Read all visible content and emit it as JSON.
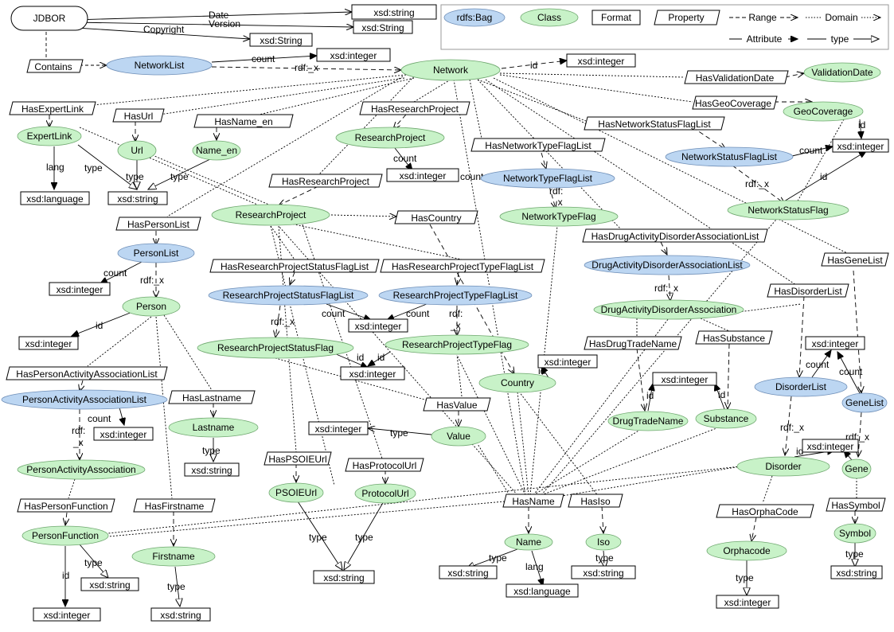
{
  "nodes": {
    "jdbor": "JDBOR",
    "contains": "Contains",
    "network_list": "NetworkList",
    "network": "Network",
    "xsd_string_1": "xsd:string",
    "xsd_String_2": "xsd:String",
    "xsd_String_3": "xsd:String",
    "xsd_integer_nl": "xsd:integer",
    "xsd_integer_net": "xsd:integer",
    "has_validation_date": "HasValidationDate",
    "validation_date": "ValidationDate",
    "has_geo_coverage": "HasGeoCoverage",
    "geo_coverage": "GeoCoverage",
    "xsd_integer_geo": "xsd:integer",
    "has_expert_link": "HasExpertLink",
    "expert_link": "ExpertLink",
    "xsd_language_1": "xsd:language",
    "has_url": "HasUrl",
    "url": "Url",
    "has_name_en": "HasName_en",
    "name_en": "Name_en",
    "xsd_string_url": "xsd:string",
    "has_research_project_1": "HasResearchProject",
    "research_project_list": "ResearchProject",
    "xsd_integer_rp": "xsd:integer",
    "has_network_status_flag_list": "HasNetworkStatusFlagList",
    "network_status_flag_list": "NetworkStatusFlagList",
    "has_network_type_flag_list": "HasNetworkTypeFlagList",
    "network_type_flag_list": "NetworkTypeFlagList",
    "has_research_project_2": "HasResearchProject",
    "research_project": "ResearchProject",
    "has_country": "HasCountry",
    "network_type_flag": "NetworkTypeFlag",
    "network_status_flag": "NetworkStatusFlag",
    "has_person_list": "HasPersonList",
    "person_list": "PersonList",
    "xsd_integer_pl": "xsd:integer",
    "person": "Person",
    "xsd_integer_person": "xsd:integer",
    "has_rp_status_flag_list": "HasResearchProjectStatusFlagList",
    "rp_status_flag_list": "ResearchProjectStatusFlagList",
    "has_rp_type_flag_list": "HasResearchProjectTypeFlagList",
    "rp_type_flag_list": "ResearchProjectTypeFlagList",
    "xsd_integer_rpl": "xsd:integer",
    "has_drug_activity_list": "HasDrugActivityDisorderAssociationList",
    "drug_activity_list": "DrugActivityDisorderAssociationList",
    "has_gene_list": "HasGeneList",
    "drug_activity_assoc": "DrugActivityDisorderAssociation",
    "has_disorder_list": "HasDisorderList",
    "rp_status_flag": "ResearchProjectStatusFlag",
    "rp_type_flag": "ResearchProjectTypeFlag",
    "xsd_integer_flags": "xsd:integer",
    "has_drug_trade_name": "HasDrugTradeName",
    "has_substance": "HasSubstance",
    "xsd_integer_dl": "xsd:integer",
    "has_person_activity_list": "HasPersonActivityAssociationList",
    "person_activity_list": "PersonActivityAssociationList",
    "xsd_integer_pal": "xsd:integer",
    "has_lastname": "HasLastname",
    "lastname": "Lastname",
    "xsd_string_ln": "xsd:string",
    "country": "Country",
    "xsd_integer_country": "xsd:integer",
    "xsd_integer_ds": "xsd:integer",
    "has_value": "HasValue",
    "disorder_list": "DisorderList",
    "gene_list": "GeneList",
    "drug_trade_name": "DrugTradeName",
    "substance": "Substance",
    "xsd_integer_value": "xsd:integer",
    "value": "Value",
    "xsd_integer_disorder": "xsd:integer",
    "person_activity_assoc": "PersonActivityAssociation",
    "has_psoie_url": "HasPSOIEUrl",
    "has_protocol_url": "HasProtocolUrl",
    "disorder": "Disorder",
    "gene": "Gene",
    "psoie_url": "PSOIEUrl",
    "protocol_url": "ProtocolUrl",
    "has_person_function": "HasPersonFunction",
    "has_firstname": "HasFirstname",
    "has_name": "HasName",
    "has_iso": "HasIso",
    "has_orpha_code": "HasOrphaCode",
    "has_symbol": "HasSymbol",
    "person_function": "PersonFunction",
    "firstname": "Firstname",
    "name": "Name",
    "iso": "Iso",
    "orphacode": "Orphacode",
    "symbol": "Symbol",
    "xsd_string_pf": "xsd:string",
    "xsd_string_purl": "xsd:string",
    "xsd_string_name": "xsd:string",
    "xsd_string_iso": "xsd:string",
    "xsd_string_symbol": "xsd:string",
    "xsd_language_2": "xsd:language",
    "xsd_integer_pf": "xsd:integer",
    "xsd_string_fn": "xsd:string",
    "xsd_integer_orpha": "xsd:integer"
  },
  "edge_labels": {
    "date": "Date",
    "version": "Version",
    "copyright": "Copyright",
    "count_nl": "count",
    "rdf_x_nl": "rdf:_x",
    "id_net": "id",
    "lang_el": "lang",
    "type_el": "type",
    "type_url": "type",
    "type_name_en": "type",
    "count_rp": "count",
    "count_rp2": "count",
    "id_geo": "id",
    "count_geo": "count",
    "id_nsf": "id",
    "rdf_x_nsf": "rdf:_x",
    "rdf_x_ntf": "rdf:\n_x",
    "count_pl": "count",
    "rdf_x_pl": "rdf:_x",
    "id_person": "id",
    "rdf_x_rpsf": "rdf:_x",
    "count_rpsfl": "count",
    "count_rptfl": "count",
    "rdf_x_rptf": "rdf:\n_x",
    "rdf_x_dada": "rdf:_x",
    "id_flags_1": "id",
    "id_flags_2": "id",
    "id_country": "id",
    "id_dtn": "id",
    "id_sub": "id",
    "count_dl": "count",
    "count_gl": "count",
    "count_pal": "count",
    "rdf_x_pal": "rdf:\n_x",
    "type_ln": "type",
    "type_value": "type",
    "rdf_x_dl": "rdf:_x",
    "rdf_x_gl": "rdf:_x",
    "id_disorder": "id",
    "type_pf": "type",
    "id_pf": "id",
    "type_fn": "type",
    "type_psoie": "type",
    "type_purl": "type",
    "type_name": "type",
    "lang_name": "lang",
    "type_iso": "type",
    "type_orpha": "type",
    "type_symbol": "type"
  },
  "legend": {
    "bag": "rdfs:Bag",
    "class": "Class",
    "format": "Format",
    "property": "Property",
    "range": "Range",
    "domain": "Domain",
    "attribute": "Attribute",
    "type": "type"
  },
  "colors": {
    "bag_fill": "#bcd6f2",
    "class_fill": "#c8f2c8",
    "line": "#000000"
  }
}
